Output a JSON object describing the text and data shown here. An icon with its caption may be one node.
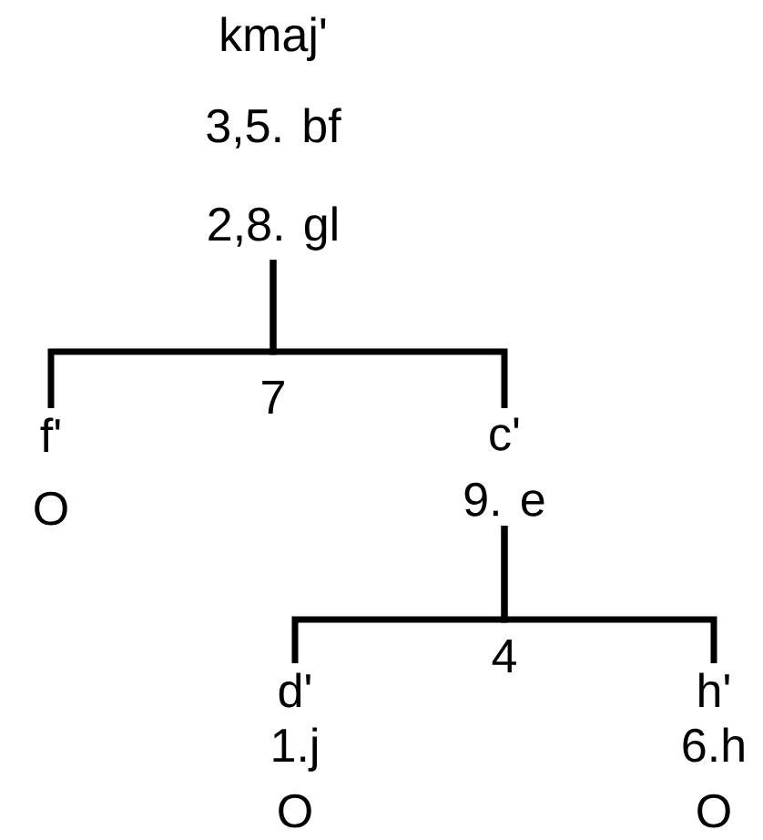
{
  "diagram": {
    "nodes": [
      {
        "text": [
          "kmaj'",
          "3,5. bf",
          "2,8. gl"
        ]
      },
      {
        "text": [
          "f'",
          "O"
        ]
      },
      {
        "text": [
          "c'",
          "9. e"
        ]
      },
      {
        "text": [
          "d'",
          "1.j",
          "O"
        ]
      },
      {
        "text": [
          "h'",
          "6.h",
          "O"
        ]
      }
    ],
    "edges": [
      {
        "from": 0,
        "to": 1,
        "arrow": "none"
      },
      {
        "from": 0,
        "to": 2,
        "arrow": "none"
      },
      {
        "from": 2,
        "to": 3,
        "arrow": "none"
      },
      {
        "from": 2,
        "to": 4,
        "arrow": "none"
      }
    ],
    "labels": [
      "7",
      "4"
    ]
  }
}
